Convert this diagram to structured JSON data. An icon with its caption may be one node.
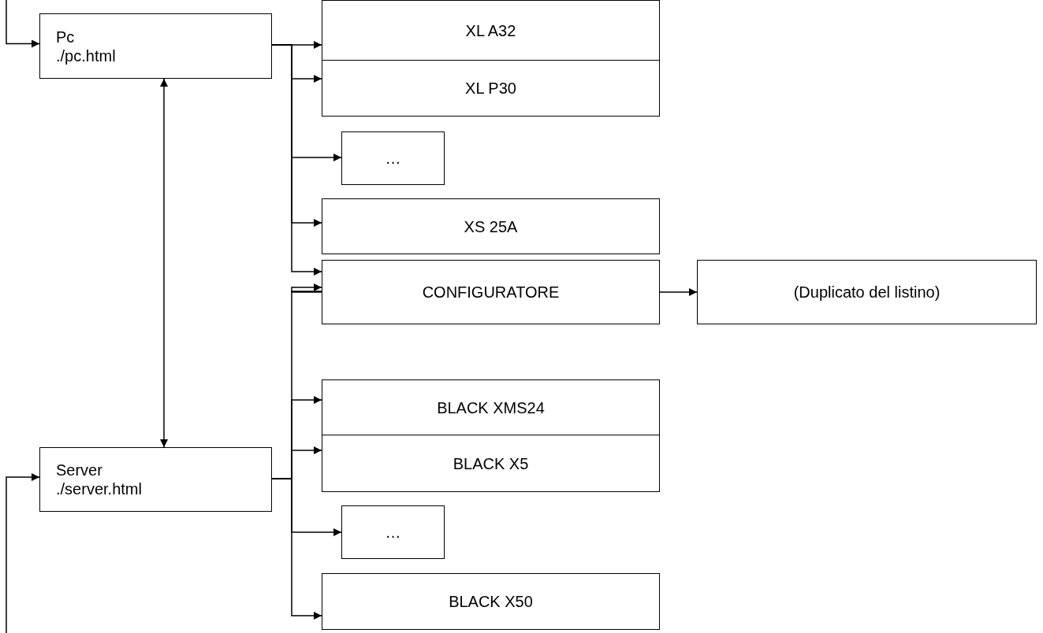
{
  "diagram": {
    "nodes": [
      {
        "text": [
          "Pc",
          "./pc.html"
        ]
      },
      {
        "text": [
          "Server",
          "./server.html"
        ]
      },
      {
        "text": [
          "XL A32"
        ]
      },
      {
        "text": [
          "XL P30"
        ]
      },
      {
        "text": [
          "…"
        ]
      },
      {
        "text": [
          "XS 25A"
        ]
      },
      {
        "text": [
          "CONFIGURATORE"
        ]
      },
      {
        "text": [
          "(Duplicato del listino)"
        ]
      },
      {
        "text": [
          "BLACK XMS24"
        ]
      },
      {
        "text": [
          "BLACK X5"
        ]
      },
      {
        "text": [
          "…"
        ]
      },
      {
        "text": [
          "BLACK X50"
        ]
      }
    ],
    "edges": [
      {
        "from": null,
        "to": 0,
        "arrow": "to"
      },
      {
        "from": null,
        "to": 1,
        "arrow": "to"
      },
      {
        "from": 0,
        "to": 1,
        "arrow": "both"
      },
      {
        "from": 0,
        "to": 2,
        "arrow": "to"
      },
      {
        "from": 0,
        "to": 3,
        "arrow": "to"
      },
      {
        "from": 0,
        "to": 4,
        "arrow": "to"
      },
      {
        "from": 0,
        "to": 5,
        "arrow": "to"
      },
      {
        "from": 0,
        "to": 6,
        "arrow": "to"
      },
      {
        "from": 6,
        "to": 7,
        "arrow": "to"
      },
      {
        "from": 1,
        "to": 6,
        "arrow": "to"
      },
      {
        "from": 1,
        "to": 8,
        "arrow": "to"
      },
      {
        "from": 1,
        "to": 9,
        "arrow": "to"
      },
      {
        "from": 1,
        "to": 10,
        "arrow": "to"
      },
      {
        "from": 1,
        "to": 11,
        "arrow": "to"
      }
    ]
  }
}
